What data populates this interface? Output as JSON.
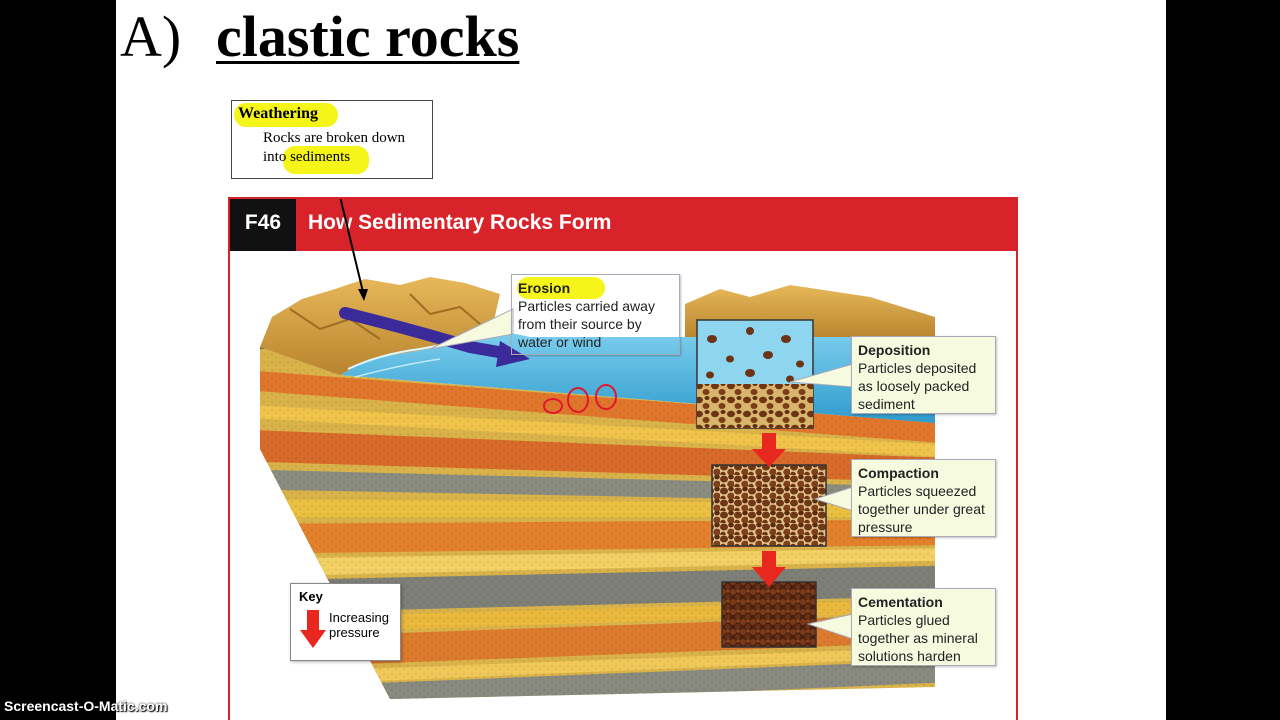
{
  "slide": {
    "title_letter": "A)",
    "title": "clastic rocks"
  },
  "weathering": {
    "title": "Weathering",
    "description": "Rocks are broken down into sediments"
  },
  "figure": {
    "number": "F46",
    "title": "How Sedimentary Rocks Form",
    "erosion": {
      "title": "Erosion",
      "description": "Particles carried away from their source by water or wind"
    },
    "deposition": {
      "title": "Deposition",
      "description": "Particles deposited as loosely packed sediment"
    },
    "compaction": {
      "title": "Compaction",
      "description": "Particles squeezed together under great pressure"
    },
    "cementation": {
      "title": "Cementation",
      "description": "Particles glued together as mineral solutions harden"
    },
    "key": {
      "title": "Key",
      "label": "Increasing pressure"
    }
  },
  "colors": {
    "banner_red": "#d9232a",
    "highlight": "#f6f51a",
    "water": "#56b8de",
    "arrow_purple": "#3a2a9a"
  },
  "watermark": "Screencast-O-Matic.com"
}
